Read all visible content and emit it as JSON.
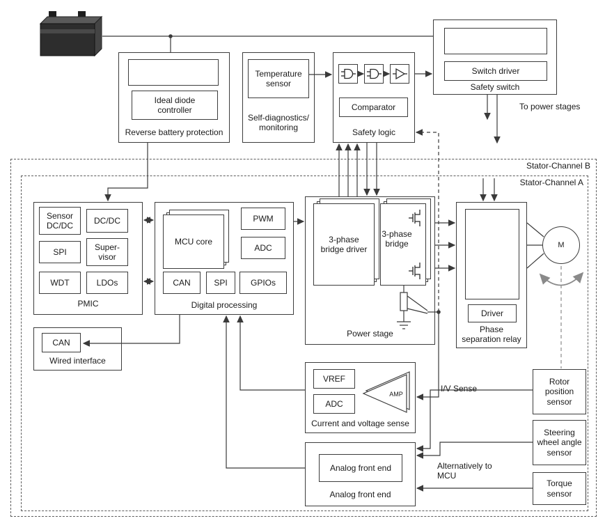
{
  "top": {
    "reverse_battery": {
      "inner_label": "Ideal diode\ncontroller",
      "label": "Reverse battery protection"
    },
    "self_diag": {
      "inner_label": "Temperature\nsensor",
      "label": "Self-diagnostics/\nmonitoring"
    },
    "safety_logic": {
      "comparator": "Comparator",
      "label": "Safety logic"
    },
    "safety_switch": {
      "inner_label": "Switch driver",
      "label": "Safety switch"
    },
    "to_power_stages": "To power stages"
  },
  "channels": {
    "b_label": "Stator-Channel B",
    "a_label": "Stator-Channel A"
  },
  "pmic": {
    "cells": [
      "Sensor\nDC/DC",
      "DC/DC",
      "SPI",
      "Super-\nvisor",
      "WDT",
      "LDOs"
    ],
    "label": "PMIC"
  },
  "digital": {
    "mcu": "MCU core",
    "pwm": "PWM",
    "adc": "ADC",
    "can": "CAN",
    "spi": "SPI",
    "gpios": "GPIOs",
    "label": "Digital processing"
  },
  "power_stage": {
    "bridge_driver": "3-phase\nbridge driver",
    "bridge": "3-phase\nbridge",
    "label": "Power stage"
  },
  "relay": {
    "driver": "Driver",
    "label": "Phase\nseparation relay"
  },
  "motor": {
    "label": "M"
  },
  "wired": {
    "can": "CAN",
    "label": "Wired interface"
  },
  "cvs": {
    "vref": "VREF",
    "adc": "ADC",
    "amp": "AMP",
    "label": "Current and voltage sense"
  },
  "iv_sense": "I/V Sense",
  "afe": {
    "inner_label": "Analog front end",
    "label": "Analog front end"
  },
  "alt_mcu": "Alternatively to\nMCU",
  "sensors": {
    "rotor": "Rotor\nposition\nsensor",
    "steering": "Steering\nwheel angle\nsensor",
    "torque": "Torque\nsensor"
  },
  "colors": {
    "line": "#3a3a3a",
    "gray": "#8a8a8a"
  }
}
